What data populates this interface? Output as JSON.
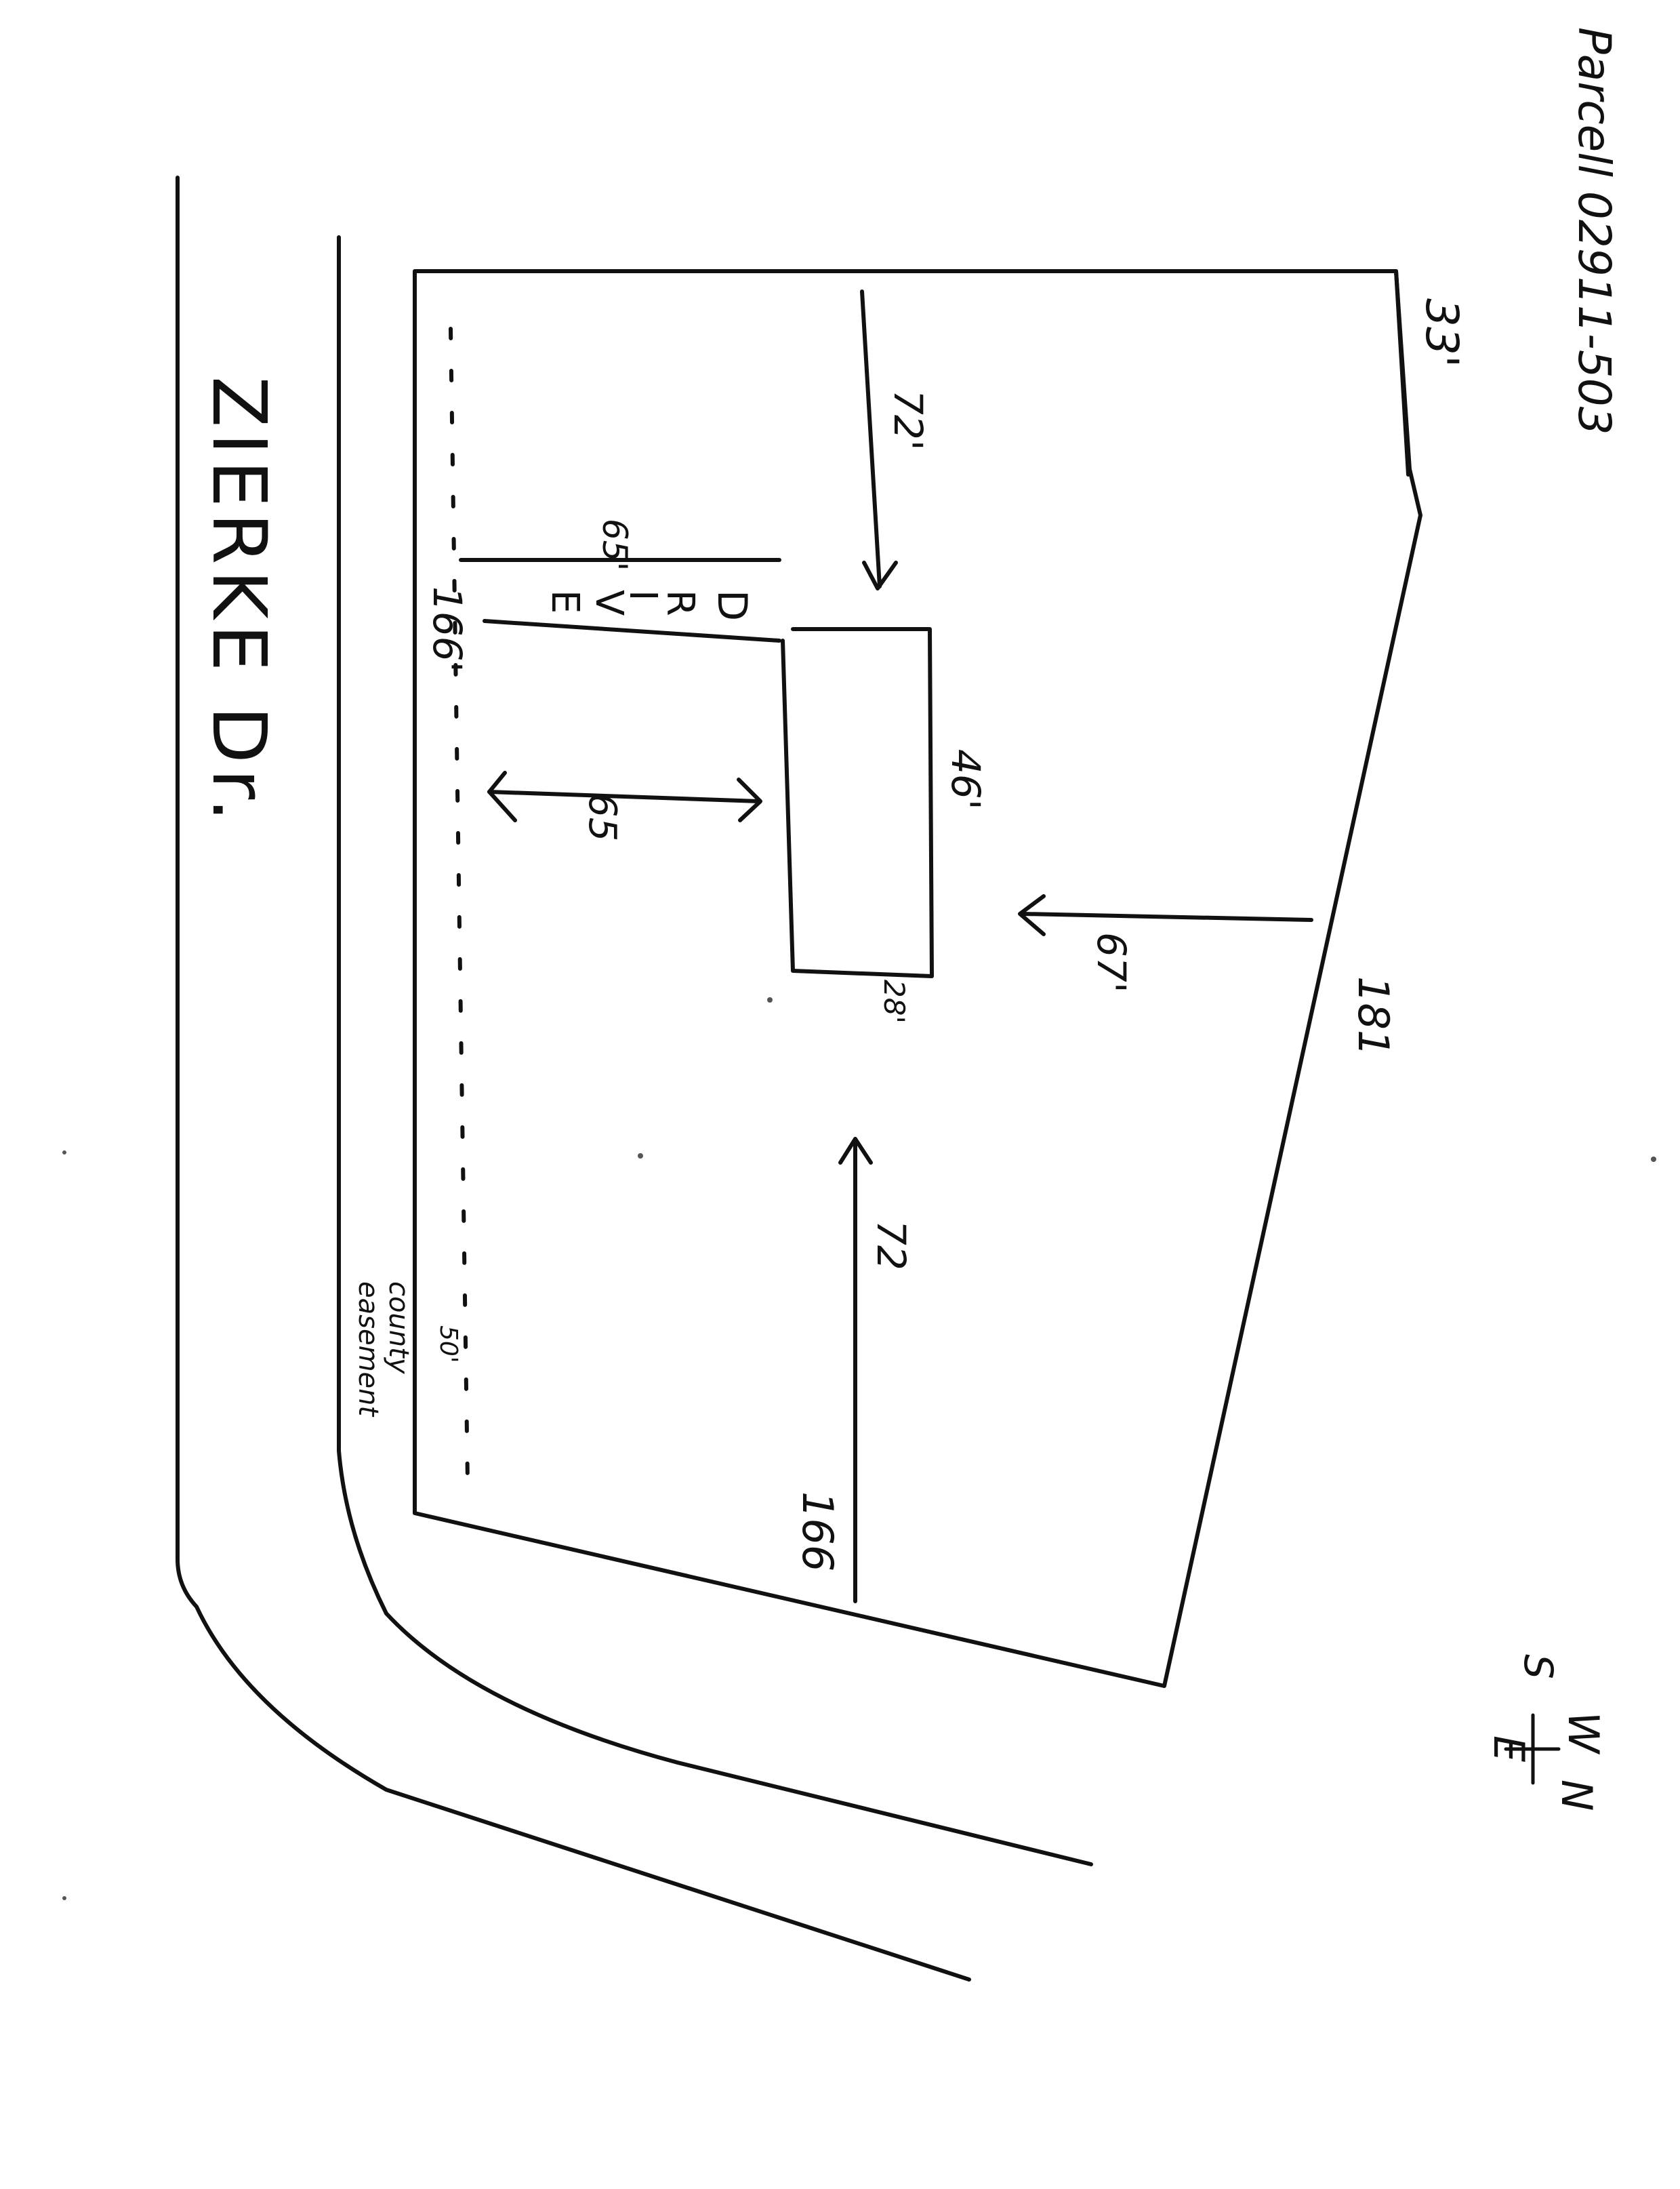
{
  "title": "Parcell 02911-503",
  "street": "ZIERKE Dr.",
  "easement": {
    "line1": "county",
    "line2": "easement",
    "width": "50'"
  },
  "driveway": {
    "letters": [
      "D",
      "R",
      "I",
      "V",
      "E"
    ]
  },
  "compass": {
    "up": "W",
    "right": "N",
    "down": "E",
    "left": "S"
  },
  "dimensions": {
    "top_edge": "33'",
    "right_edge": "181",
    "bottom_edge": "166",
    "left_edge": "166'",
    "drive_length": "65'",
    "setback_front": "65",
    "setback_west": "72'",
    "setback_east": "72",
    "setback_rear": "67'",
    "house_length": "46'",
    "house_width": "28'"
  }
}
